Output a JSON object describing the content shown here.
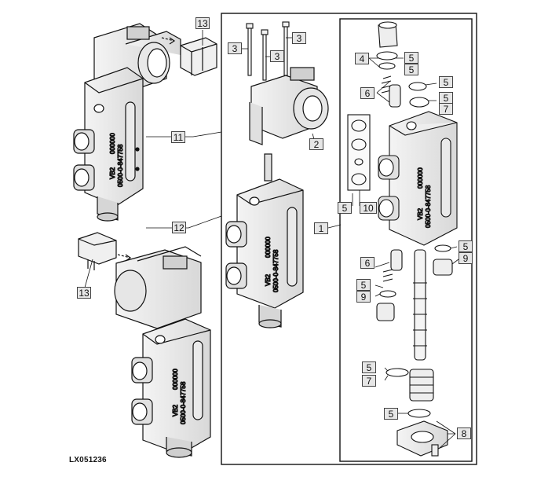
{
  "figure_id": "LX051236",
  "callouts": {
    "c13_top": "13",
    "c13_bottom": "13",
    "c11": "11",
    "c12": "12",
    "c3_a": "3",
    "c3_b": "3",
    "c3_c": "3",
    "c2": "2",
    "c1": "1",
    "c4": "4",
    "c5_a": "5",
    "c5_b": "5",
    "c5_c": "5",
    "c5_d": "5",
    "c6_a": "6",
    "c7_a": "7",
    "c5_e": "5",
    "c10": "10",
    "c5_f": "5",
    "c9_a": "9",
    "c6_b": "6",
    "c5_g": "5",
    "c9_b": "9",
    "c5_h": "5",
    "c7_b": "7",
    "c5_i": "5",
    "c8": "8"
  },
  "valve_markings": {
    "model": "VB2",
    "serial": "000000",
    "part": "0500-0-847758"
  }
}
